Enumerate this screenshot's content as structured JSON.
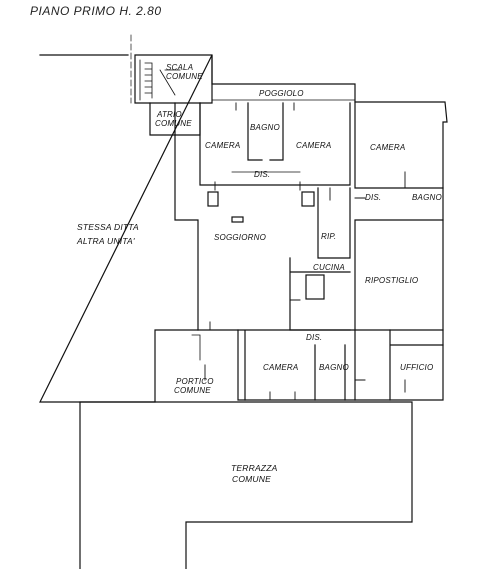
{
  "header": {
    "title": "PIANO PRIMO H. 2.80"
  },
  "rooms": {
    "scala_comune": [
      "SCALA",
      "COMUNE"
    ],
    "atrio_comune": [
      "ATRIO",
      "COMUNE"
    ],
    "poggiolo": "POGGIOLO",
    "camera_1": "CAMERA",
    "bagno_1": "BAGNO",
    "camera_2": "CAMERA",
    "camera_3": "CAMERA",
    "dis_1": "DIS.",
    "dis_2": "DIS.",
    "dis_3": "DIS.",
    "bagno_2": "BAGNO",
    "stessa_ditta": [
      "STESSA DITTA",
      "ALTRA UNITA'"
    ],
    "soggiorno": "SOGGIORNO",
    "rip": "RIP.",
    "cucina": "CUCINA",
    "ripostiglio": "RIPOSTIGLIO",
    "portico_comune": [
      "PORTICO",
      "COMUNE"
    ],
    "camera_4": "CAMERA",
    "bagno_3": "BAGNO",
    "ufficio": "UFFICIO",
    "terrazza_comune": [
      "TERRAZZA",
      "COMUNE"
    ]
  }
}
